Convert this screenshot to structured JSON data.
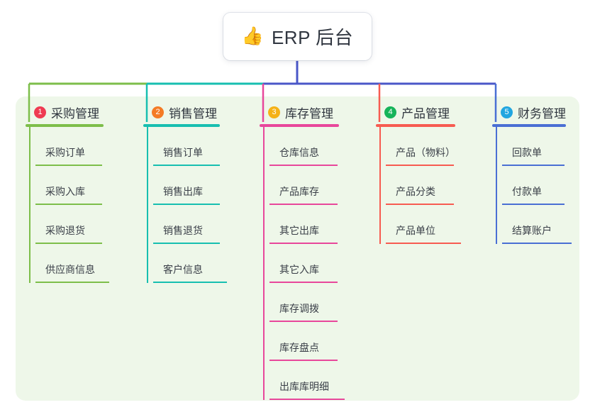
{
  "diagram": {
    "type": "mind-map",
    "background_color": "#ffffff",
    "panel_color": "#eef7e9",
    "root": {
      "icon": "thumbs-up-icon",
      "emoji": "👍",
      "label": "ERP 后台",
      "stem_color": "#4a57c8"
    },
    "branches": [
      {
        "number": "1",
        "title": "采购管理",
        "color": "#7dbe4a",
        "badge_color": "#ef3b52",
        "items": [
          "采购订单",
          "采购入库",
          "采购退货",
          "供应商信息"
        ]
      },
      {
        "number": "2",
        "title": "销售管理",
        "color": "#17bfb0",
        "badge_color": "#f47b25",
        "items": [
          "销售订单",
          "销售出库",
          "销售退货",
          "客户信息"
        ]
      },
      {
        "number": "3",
        "title": "库存管理",
        "color": "#e8479b",
        "badge_color": "#f5b218",
        "items": [
          "仓库信息",
          "产品库存",
          "其它出库",
          "其它入库",
          "库存调拨",
          "库存盘点",
          "出库库明细"
        ]
      },
      {
        "number": "4",
        "title": "产品管理",
        "color": "#f75b51",
        "badge_color": "#16b45a",
        "items": [
          "产品（物料）",
          "产品分类",
          "产品单位"
        ]
      },
      {
        "number": "5",
        "title": "财务管理",
        "color": "#4a6fd4",
        "badge_color": "#21a6e0",
        "items": [
          "回款单",
          "付款单",
          "结算账户"
        ]
      }
    ],
    "connector_segments": [
      {
        "name": "segment-green",
        "color": "#7dbe4a"
      },
      {
        "name": "segment-teal",
        "color": "#17bfb0"
      },
      {
        "name": "segment-blue",
        "color": "#4a57c8"
      }
    ]
  }
}
